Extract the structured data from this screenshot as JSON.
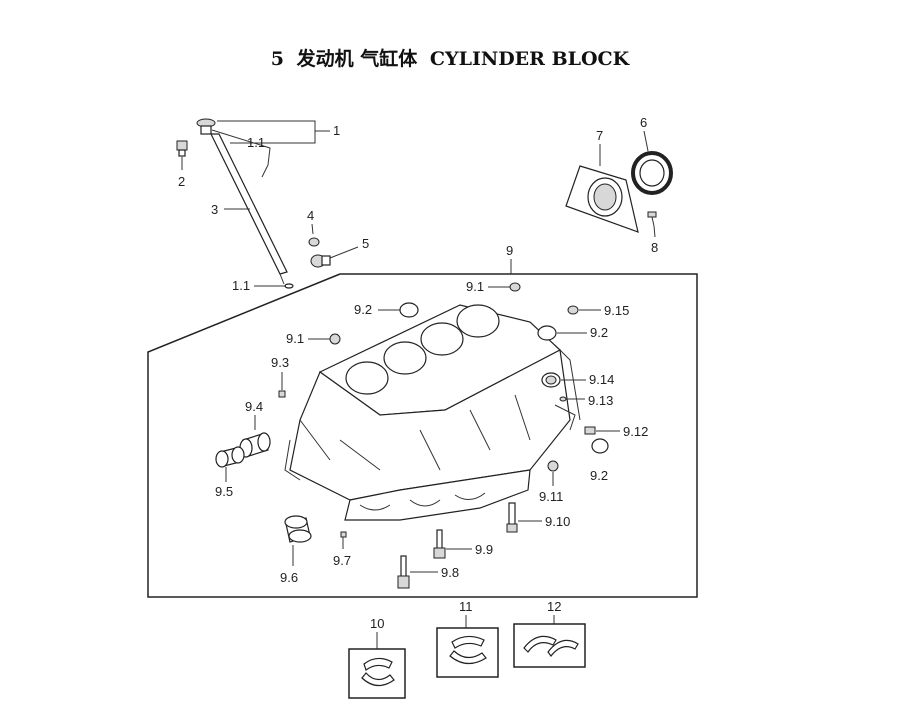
{
  "title": {
    "number": "5",
    "chinese": "发动机  气缸体",
    "english": "CYLINDER BLOCK"
  },
  "callouts": {
    "c1": "1",
    "c1_1a": "1.1",
    "c1_1b": "1.1",
    "c2": "2",
    "c3": "3",
    "c4": "4",
    "c5": "5",
    "c6": "6",
    "c7": "7",
    "c8": "8",
    "c9": "9",
    "c9_1a": "9.1",
    "c9_1b": "9.1",
    "c9_2a": "9.2",
    "c9_2b": "9.2",
    "c9_2c": "9.2",
    "c9_3": "9.3",
    "c9_4": "9.4",
    "c9_5": "9.5",
    "c9_6": "9.6",
    "c9_7": "9.7",
    "c9_8": "9.8",
    "c9_9": "9.9",
    "c9_10": "9.10",
    "c9_11": "9.11",
    "c9_12": "9.12",
    "c9_13": "9.13",
    "c9_14": "9.14",
    "c9_15": "9.15",
    "c10": "10",
    "c11": "11",
    "c12": "12"
  }
}
